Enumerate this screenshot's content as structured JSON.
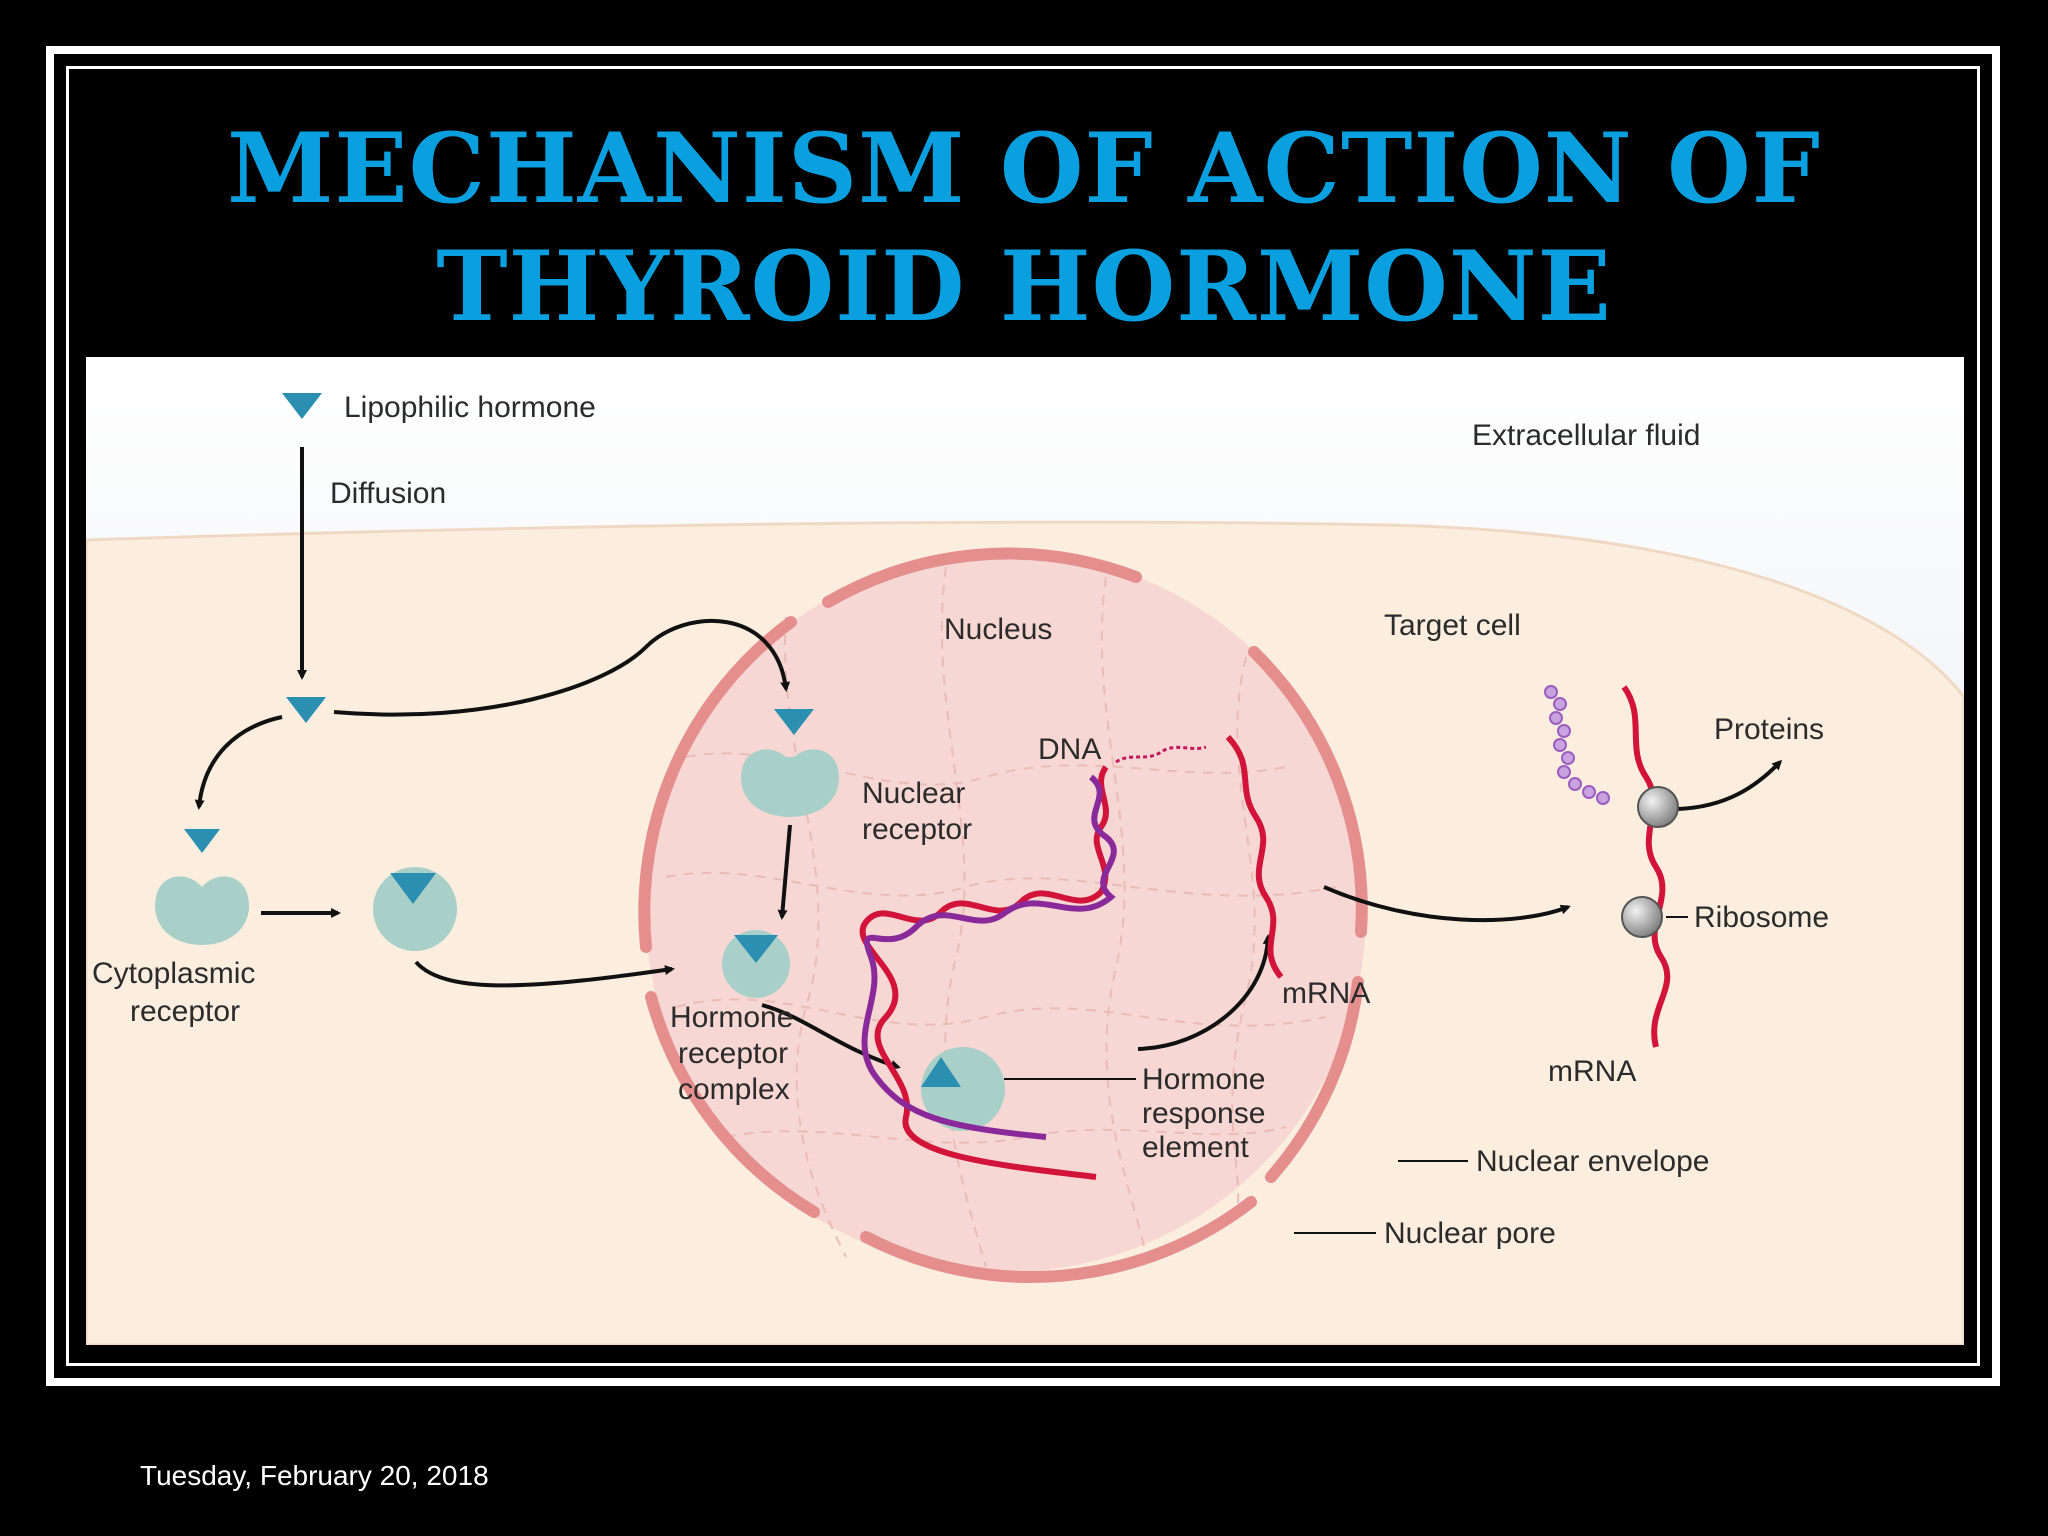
{
  "slide": {
    "title_line1": "MECHANISM OF ACTION OF",
    "title_line2": "THYROID HORMONE",
    "date": "Tuesday, February 20, 2018"
  },
  "diagram": {
    "labels": {
      "lipophilic_hormone": "Lipophilic hormone",
      "diffusion": "Diffusion",
      "extracellular_fluid": "Extracellular fluid",
      "nucleus": "Nucleus",
      "target_cell": "Target cell",
      "dna": "DNA",
      "proteins": "Proteins",
      "nuclear_receptor_1": "Nuclear",
      "nuclear_receptor_2": "receptor",
      "ribosome": "Ribosome",
      "cytoplasmic_receptor_1": "Cytoplasmic",
      "cytoplasmic_receptor_2": "receptor",
      "mrna_nucleus": "mRNA",
      "mrna_cytoplasm": "mRNA",
      "hormone_receptor_complex_1": "Hormone",
      "hormone_receptor_complex_2": "receptor",
      "hormone_receptor_complex_3": "complex",
      "hormone_response_element_1": "Hormone",
      "hormone_response_element_2": "response",
      "hormone_response_element_3": "element",
      "nuclear_envelope": "Nuclear envelope",
      "nuclear_pore": "Nuclear pore"
    },
    "colors": {
      "title": "#0aa0e0",
      "hormone": "#2a8fb0",
      "receptor": "#a9cfc9",
      "nuclear_envelope": "#e58e8e",
      "dna_red": "#d2143a",
      "dna_purple": "#8a2a9a",
      "polypeptide": "#b07ad0",
      "ribosome": "#9a9a9a",
      "cytoplasm": "#fbeedf",
      "nucleoplasm": "#f7d7d3"
    }
  }
}
